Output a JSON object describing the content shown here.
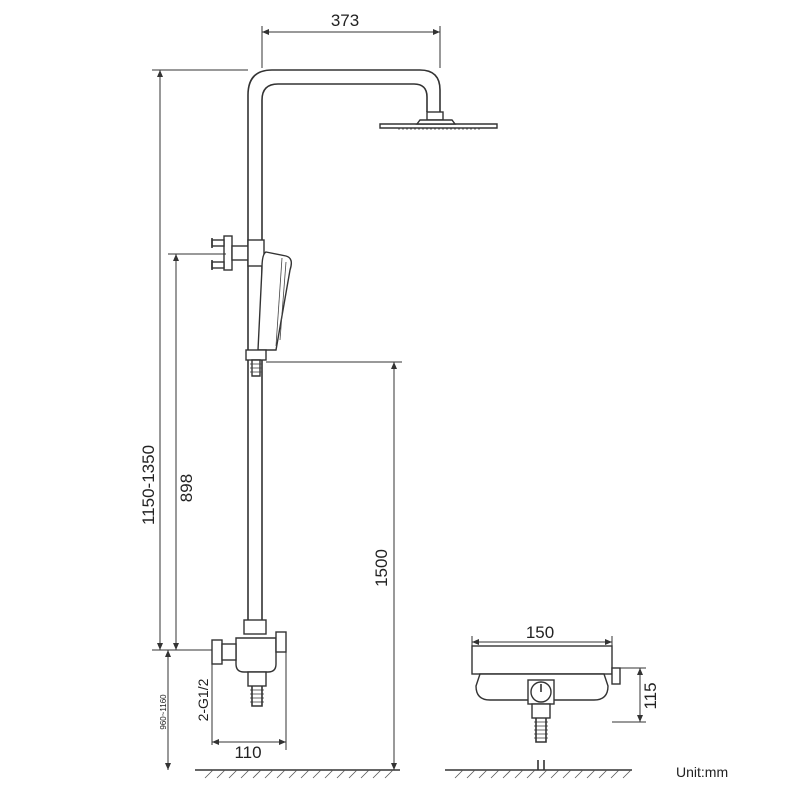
{
  "drawing": {
    "dims": {
      "head_reach": "373",
      "total_height": "1150-1350",
      "holder_height": "898",
      "head_height": "1500",
      "inlet_height": "960~1160",
      "inlet_thread": "2-G1/2",
      "mixer_depth": "110",
      "mixer_width": "150",
      "mixer_height": "115"
    },
    "unit_label": "Unit:mm"
  }
}
